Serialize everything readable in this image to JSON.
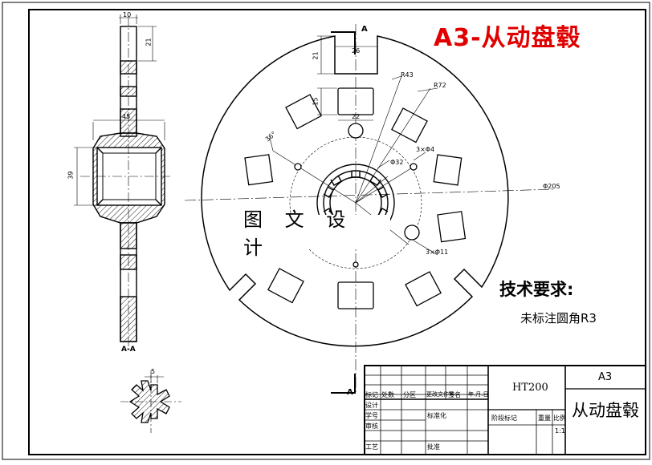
{
  "title": "A3-从动盘毂",
  "watermark": "图 文 设 计",
  "tech_req": {
    "title": "技术要求:",
    "note": "未标注圆角R3"
  },
  "section_marks": {
    "top": "A",
    "bottom": "A",
    "view": "A-A"
  },
  "dimensions": {
    "width_10": "10",
    "dim_21_left": "21",
    "dim_45": "45",
    "dim_39": "39",
    "dim_5": "5",
    "dim_26": "26",
    "dim_21_top": "21",
    "dim_15": "15",
    "dim_22": "22",
    "r43": "R43",
    "r72": "R72",
    "holes_4": "3×Φ4",
    "phi32": "Φ32",
    "phi205": "Φ205",
    "holes_11": "3×Φ11",
    "deg_36": "36°"
  },
  "title_block": {
    "material": "HT200",
    "sheet": "A3",
    "part_name": "从动盘毂",
    "scale": "1:1",
    "row_labels": [
      "标记",
      "处数",
      "分区",
      "更改文件号",
      "签名",
      "年.月.日"
    ],
    "design": "设计",
    "standard": "标准化",
    "check": "审核",
    "process": "工艺",
    "approve": "批准",
    "stage_label": "阶段标记",
    "weight_label": "重量",
    "scale_label": "比例",
    "short_labels": [
      "学号"
    ]
  }
}
